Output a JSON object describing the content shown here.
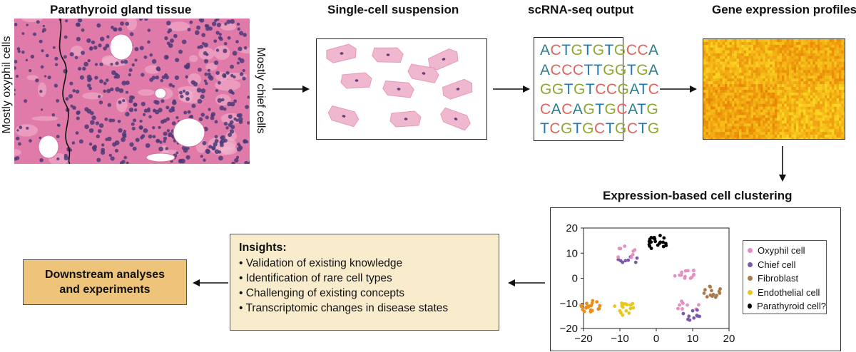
{
  "titles": {
    "tissue": "Parathyroid gland tissue",
    "suspension": "Single-cell suspension",
    "scrnaseq": "scRNA-seq output",
    "profiles": "Gene expression profiles",
    "clustering": "Expression-based cell clustering"
  },
  "tissue_labels": {
    "left": "Mostly oxyphil cells",
    "right": "Mostly chief cells"
  },
  "sequences": [
    "ACTGTGTGCCA",
    "ACCCTTGGTGA",
    "GGTGTCCGATC",
    "CACAGTGCATG",
    "TCGTGCTGCTG"
  ],
  "insights": {
    "title": "Insights:",
    "items": [
      "Validation of existing knowledge",
      "Identification of rare cell types",
      "Challenging of existing concepts",
      "Transcriptomic changes in disease states"
    ]
  },
  "downstream": {
    "line1": "Downstream analyses",
    "line2": "and experiments"
  },
  "colors": {
    "tissue_bg": "#e58fb4",
    "nucleus": "#4b3a78",
    "cell_pink": "#f0b8cf",
    "insights_bg": "#f9eccc",
    "downstream_bg": "#eec47a"
  },
  "chart_data": {
    "type": "scatter",
    "title": "Expression-based cell clustering",
    "xlim": [
      -20,
      20
    ],
    "ylim": [
      -20,
      20
    ],
    "xticks": [
      "−20",
      "−10",
      "0",
      "10",
      "20"
    ],
    "yticks": [
      "20",
      "10",
      "0",
      "−10",
      "−20"
    ],
    "legend_position": "right",
    "series": [
      {
        "name": "Oxyphil cell",
        "color": "#e58fc0",
        "clusters": [
          {
            "cx": 8,
            "cy": 1.5,
            "n": 14
          },
          {
            "cx": 8.5,
            "cy": -11,
            "n": 8
          }
        ]
      },
      {
        "name": "Chief cell",
        "color": "#7a5aa6",
        "clusters": [
          {
            "cx": -8,
            "cy": 6.5,
            "n": 8
          },
          {
            "cx": 10,
            "cy": -15,
            "n": 10
          }
        ]
      },
      {
        "name": "Fibroblast",
        "color": "#a97a4a",
        "clusters": [
          {
            "cx": 15.5,
            "cy": -5,
            "n": 14
          }
        ]
      },
      {
        "name": "Endothelial cell",
        "color": "#e8c820",
        "clusters": [
          {
            "cx": -8.5,
            "cy": -12,
            "n": 18
          }
        ]
      },
      {
        "name": "Parathyroid cell?",
        "color": "#000000",
        "clusters": [
          {
            "cx": 0,
            "cy": 14.5,
            "n": 20
          }
        ]
      },
      {
        "name": "",
        "color": "#e8901a",
        "clusters": [
          {
            "cx": -18,
            "cy": -11.5,
            "n": 22
          }
        ]
      }
    ],
    "extra_pink_cluster": {
      "cx": -8.5,
      "cy": 10.5,
      "n": 8
    }
  }
}
